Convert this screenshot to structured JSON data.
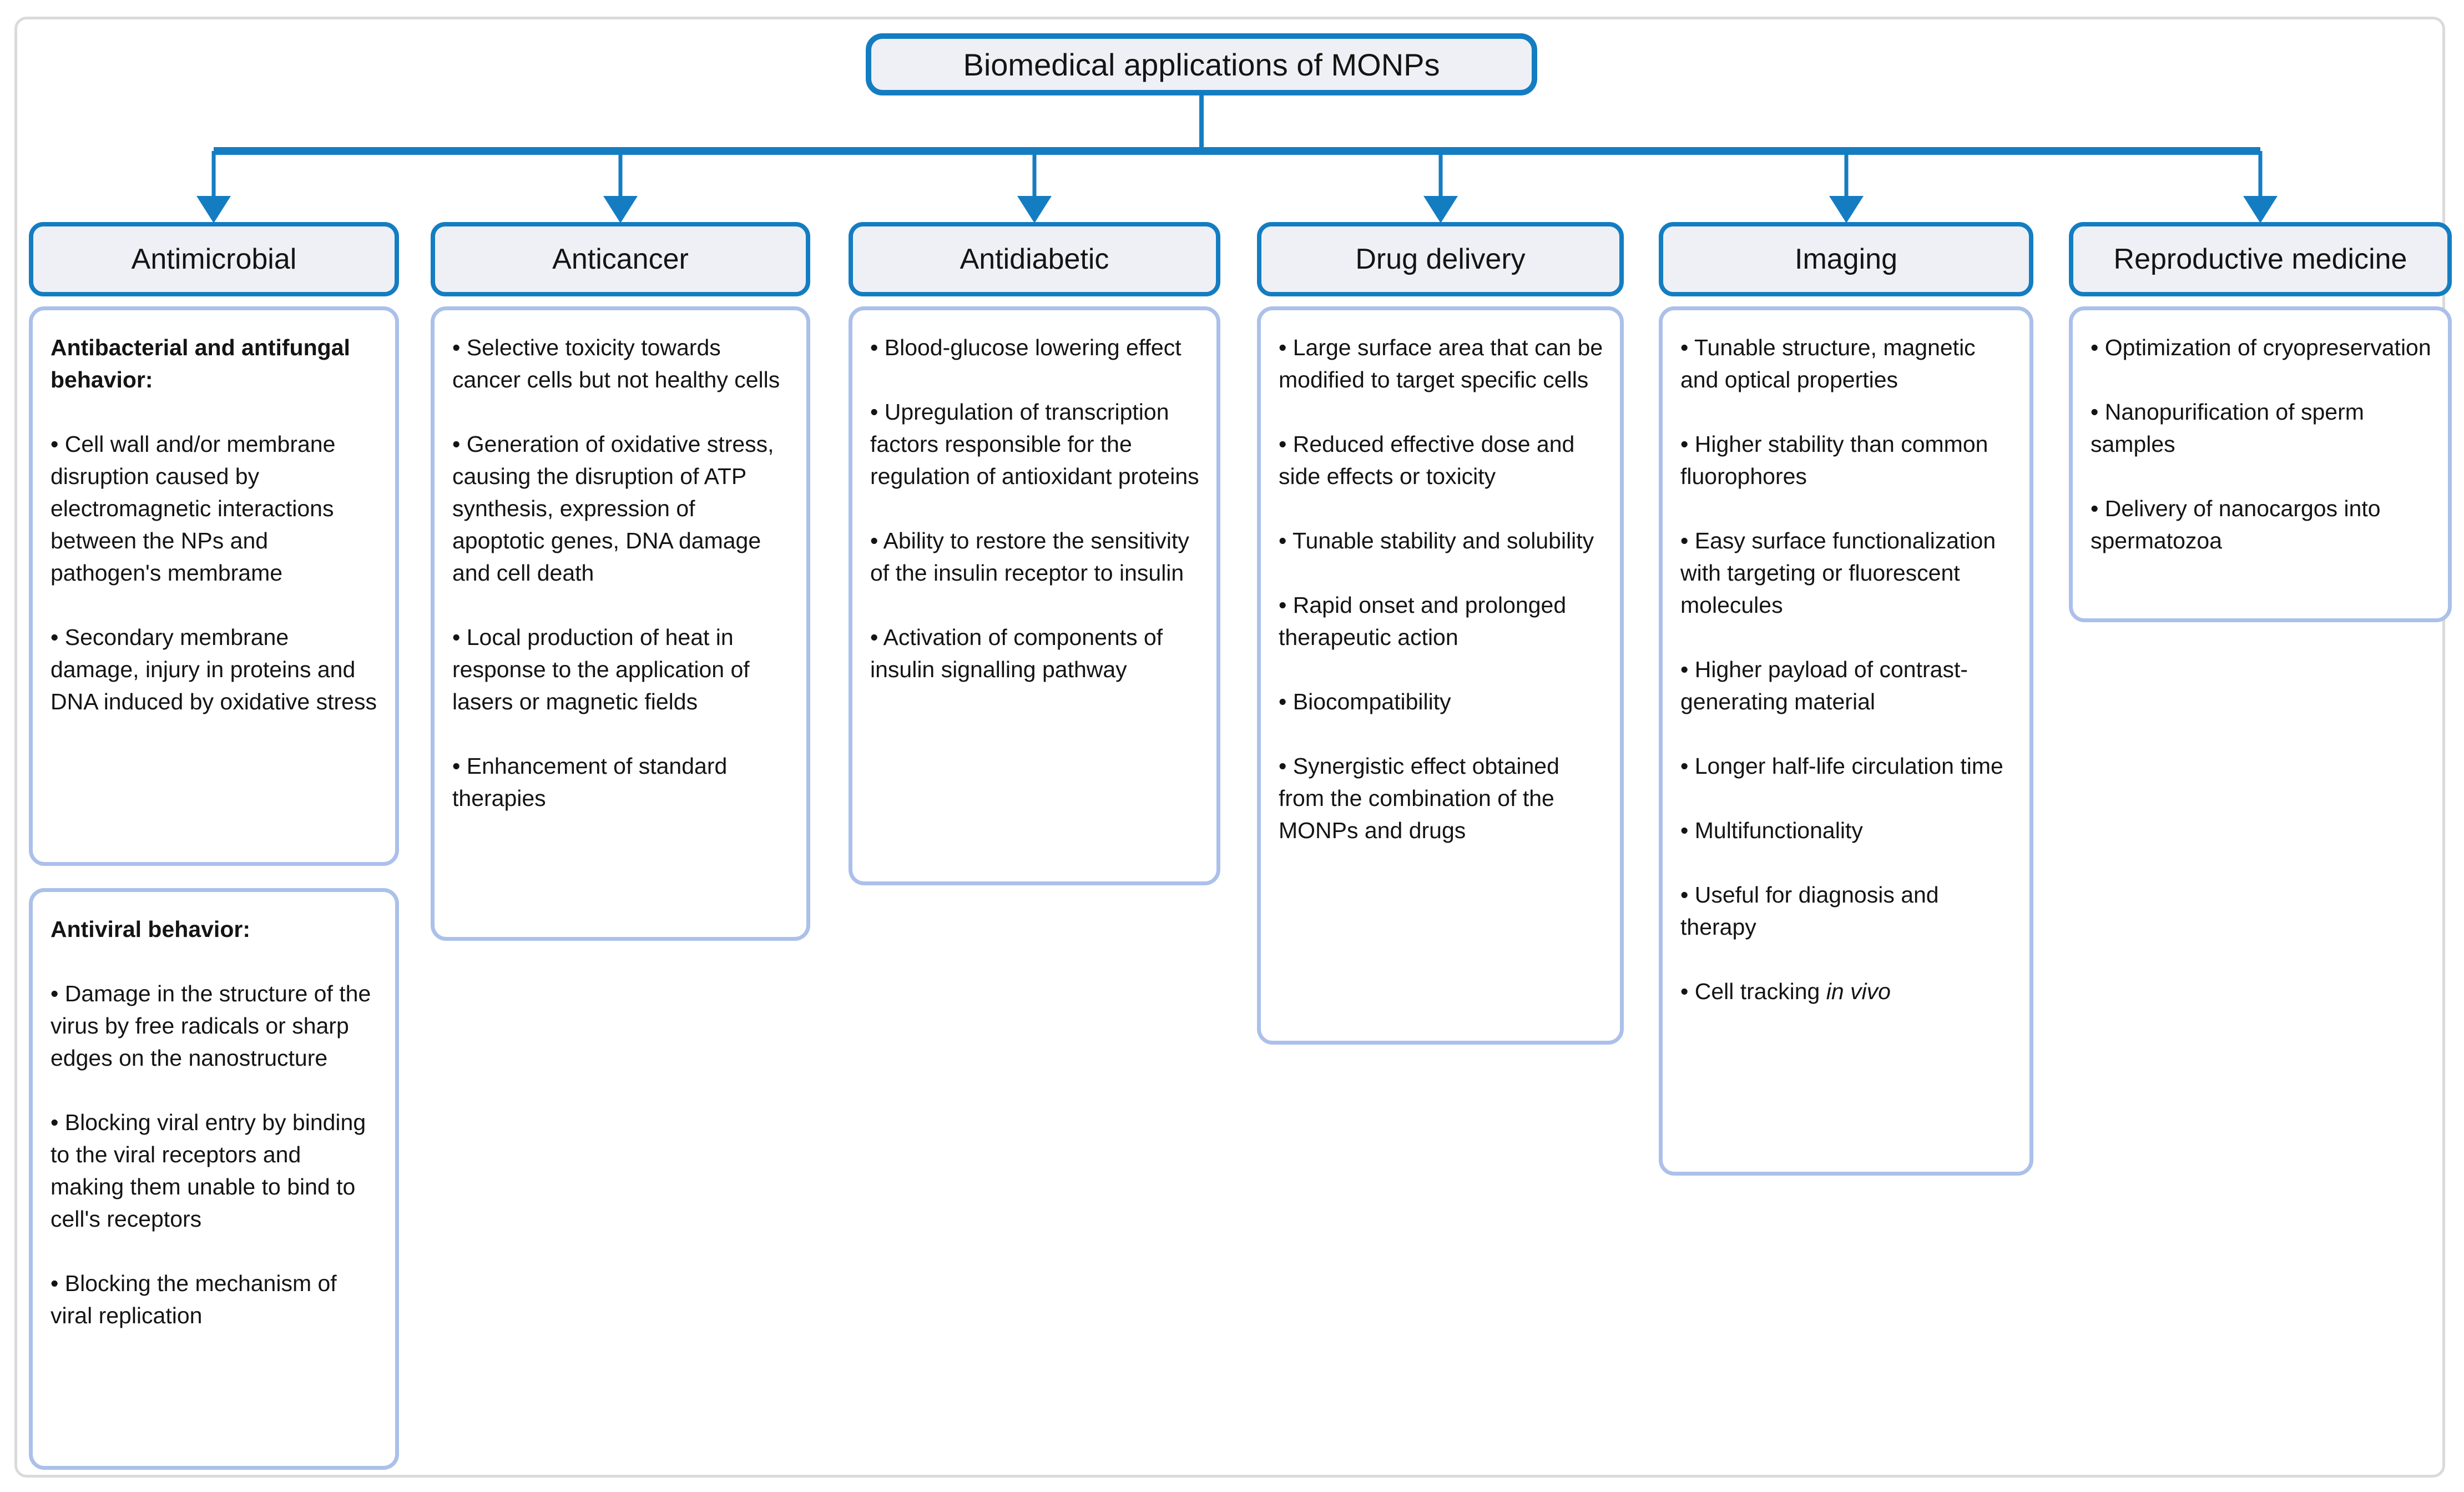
{
  "title": "Biomedical applications of MONPs",
  "colors": {
    "accent_blue": "#147dc2",
    "node_fill": "#eef0f5",
    "info_border": "#abc0ea",
    "frame_gray": "#dadada",
    "text": "#141414"
  },
  "columns": [
    {
      "header": "Antimicrobial",
      "boxes": [
        {
          "heading": "Antibacterial and antifungal behavior:",
          "bullets": [
            "• Cell wall and/or membrane disruption caused by electromagnetic interactions between the NPs and pathogen's membrame",
            "• Secondary membrane damage, injury in proteins and DNA induced by oxidative stress"
          ]
        },
        {
          "heading": "Antiviral behavior:",
          "bullets": [
            "• Damage in the structure of the virus by free radicals or sharp edges on the nanostructure",
            "• Blocking viral entry by binding to the viral receptors and making them unable to bind to cell's receptors",
            "• Blocking the mechanism of viral replication"
          ]
        }
      ]
    },
    {
      "header": "Anticancer",
      "boxes": [
        {
          "bullets": [
            "• Selective toxicity towards cancer cells but not healthy cells",
            "• Generation of oxidative stress, causing the disruption of ATP synthesis, expression of apoptotic genes, DNA damage and cell death",
            "• Local production of heat in response to the application of lasers or magnetic fields",
            "• Enhancement of standard therapies"
          ]
        }
      ]
    },
    {
      "header": "Antidiabetic",
      "boxes": [
        {
          "bullets": [
            "• Blood-glucose lowering effect",
            "• Upregulation of transcription factors responsible for the regulation of antioxidant proteins",
            "• Ability to restore the sensitivity of the insulin receptor to insulin",
            "• Activation of components of insulin signalling pathway"
          ]
        }
      ]
    },
    {
      "header": "Drug delivery",
      "boxes": [
        {
          "bullets": [
            "• Large surface area that can be modified to target specific cells",
            "• Reduced effective dose and side effects or toxicity",
            "• Tunable stability and solubility",
            "• Rapid onset and prolonged therapeutic action",
            "• Biocompatibility",
            "• Synergistic effect obtained from the combination of the MONPs and drugs"
          ]
        }
      ]
    },
    {
      "header": "Imaging",
      "boxes": [
        {
          "bullets": [
            "• Tunable structure, magnetic and optical properties",
            "• Higher stability than common fluorophores",
            "• Easy surface functionalization with targeting or fluorescent molecules",
            "• Higher payload of contrast-generating material",
            "• Longer half-life circulation time",
            "• Multifunctionality",
            "• Useful for diagnosis and therapy",
            {
              "text": "• Cell tracking ",
              "italic": "in vivo"
            }
          ]
        }
      ]
    },
    {
      "header": "Reproductive medicine",
      "boxes": [
        {
          "bullets": [
            "• Optimization of cryopreservation",
            "• Nanopurification of sperm samples",
            "• Delivery of nanocargos into spermatozoa"
          ]
        }
      ]
    }
  ]
}
